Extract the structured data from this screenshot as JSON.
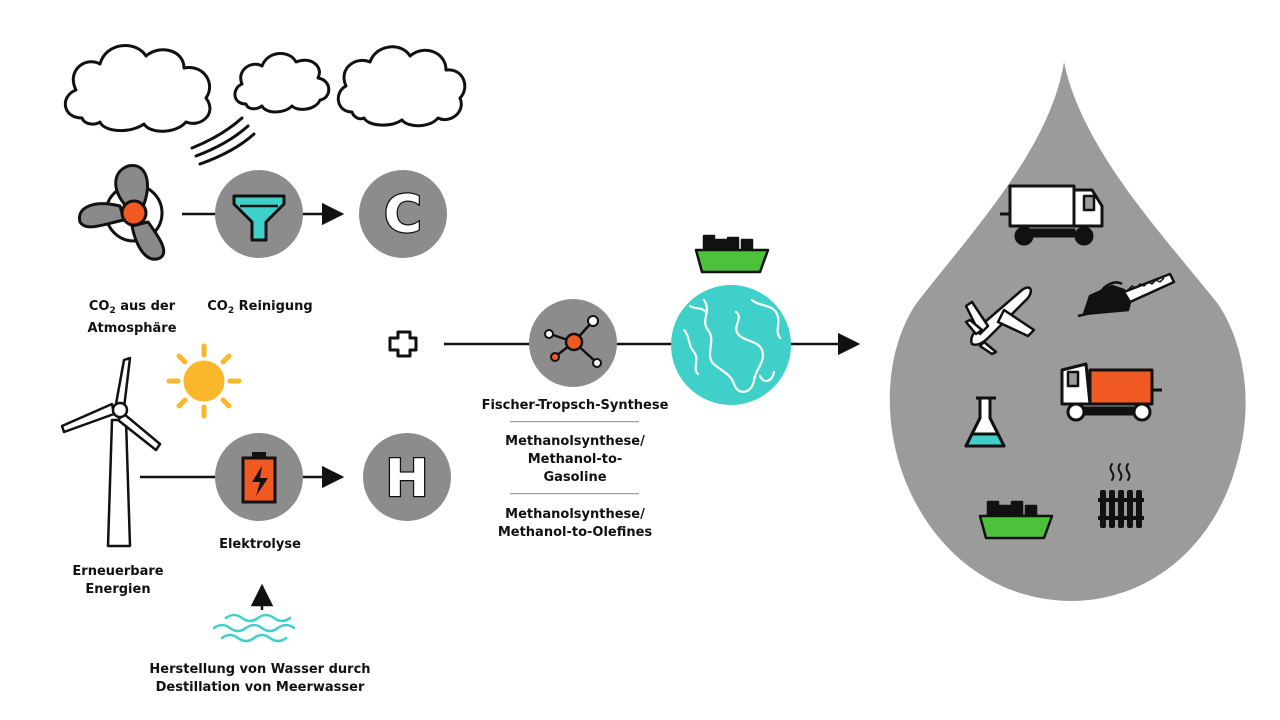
{
  "labels": {
    "co2_air": {
      "text": "CO",
      "sub": "2",
      "rest": " aus der\nAtmosphäre"
    },
    "co2_clean": {
      "text": "CO",
      "sub": "2",
      "rest": " Reinigung"
    },
    "renewables": "Erneuerbare\nEnergien",
    "electrolysis": "Elektrolyse",
    "water": "Herstellung von Wasser durch\nDestillation von Meerwasser",
    "fischer_tropsch": "Fischer-Tropsch-Synthese",
    "methanol_gasoline": "Methanolsynthese/\nMethanol-to-\nGasoline",
    "methanol_olefines": "Methanolsynthese/\nMethanol-to-Olefines"
  },
  "nodes": {
    "carbon_letter": "C",
    "hydrogen_letter": "H"
  },
  "colors": {
    "grey": "#8c8c8c",
    "drop": "#9b9b9b",
    "orange": "#f05a22",
    "yellow": "#fbb72c",
    "teal": "#3fd0c9",
    "green": "#4cc23a",
    "line": "#111111"
  },
  "icons": [
    "cloud-icon",
    "wind-icon",
    "fan-icon",
    "filter-icon",
    "sun-icon",
    "wind-turbine-icon",
    "battery-icon",
    "water-waves-icon",
    "plus-icon",
    "molecule-icon",
    "globe-icon",
    "ship-icon",
    "truck-icon",
    "airplane-icon",
    "chainsaw-icon",
    "flask-icon",
    "radiator-icon"
  ]
}
